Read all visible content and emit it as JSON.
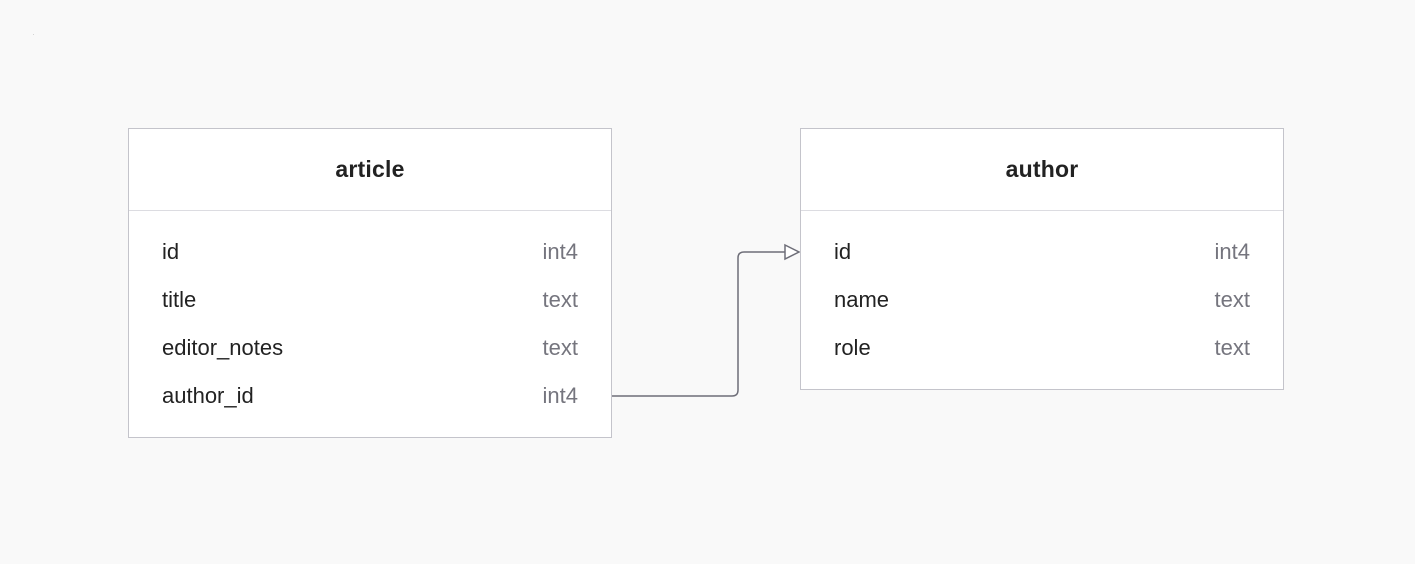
{
  "diagram": {
    "tables": [
      {
        "name": "article",
        "columns": [
          {
            "name": "id",
            "type": "int4"
          },
          {
            "name": "title",
            "type": "text"
          },
          {
            "name": "editor_notes",
            "type": "text"
          },
          {
            "name": "author_id",
            "type": "int4"
          }
        ]
      },
      {
        "name": "author",
        "columns": [
          {
            "name": "id",
            "type": "int4"
          },
          {
            "name": "name",
            "type": "text"
          },
          {
            "name": "role",
            "type": "text"
          }
        ]
      }
    ],
    "relationships": [
      {
        "from": "article.author_id",
        "to": "author.id"
      }
    ],
    "colors": {
      "background": "#f9f9f9",
      "border": "#c4c4cb",
      "connector": "#6e6e78"
    }
  }
}
